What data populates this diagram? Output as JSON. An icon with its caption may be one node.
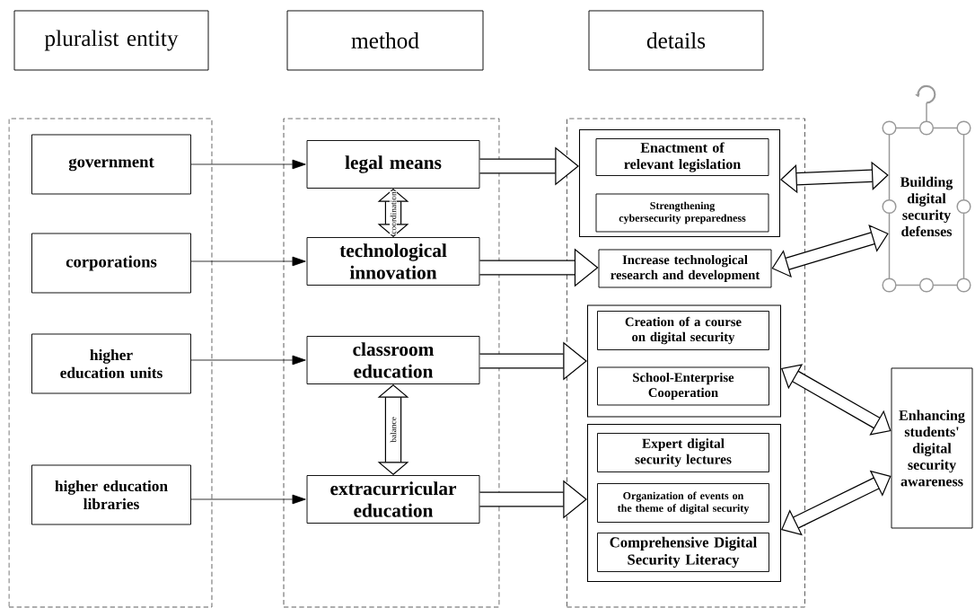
{
  "diagram": {
    "nodes": [
      {
        "text": [
          "pluralist entity"
        ]
      },
      {
        "text": [
          "method"
        ]
      },
      {
        "text": [
          "details"
        ]
      },
      {
        "text": [],
        "shape": "box"
      },
      {
        "text": [
          "government"
        ],
        "in": 3
      },
      {
        "text": [
          "corporations"
        ],
        "in": 3
      },
      {
        "text": [
          "higher education units"
        ],
        "in": 3
      },
      {
        "text": [
          "higher education libraries"
        ],
        "in": 3
      },
      {
        "text": [],
        "shape": "box"
      },
      {
        "text": [
          "legal means"
        ],
        "in": 8
      },
      {
        "text": [
          "technological innovation"
        ],
        "in": 8
      },
      {
        "text": [
          "classroom education"
        ],
        "in": 8
      },
      {
        "text": [
          "extracurricular education"
        ],
        "in": 8
      },
      {
        "text": [],
        "shape": "box"
      },
      {
        "text": [],
        "shape": "box",
        "in": 13
      },
      {
        "text": [
          "Enactment of relevant legislation"
        ],
        "in": 14
      },
      {
        "text": [
          "Strengthening cybersecurity preparedness"
        ],
        "in": 14
      },
      {
        "text": [
          "Increase technological research and development"
        ],
        "in": 13
      },
      {
        "text": [],
        "shape": "box",
        "in": 13
      },
      {
        "text": [
          "Creation of a course on digital security"
        ],
        "in": 18
      },
      {
        "text": [
          "School-Enterprise Cooperation"
        ],
        "in": 18
      },
      {
        "text": [],
        "shape": "box",
        "in": 13
      },
      {
        "text": [
          "Expert digital security lectures"
        ],
        "in": 21
      },
      {
        "text": [
          "Organization of events on the theme of digital security"
        ],
        "in": 21
      },
      {
        "text": [
          "Comprehensive Digital Security Literacy"
        ],
        "in": 21
      },
      {
        "text": [
          "Building digital security defenses"
        ]
      },
      {
        "text": [
          "Enhancing students' digital security awareness"
        ]
      }
    ],
    "edges": [
      {
        "from": 4,
        "to": 9,
        "arrow": "to"
      },
      {
        "from": 5,
        "to": 10,
        "arrow": "to"
      },
      {
        "from": 6,
        "to": 11,
        "arrow": "to"
      },
      {
        "from": 7,
        "to": 12,
        "arrow": "to"
      },
      {
        "from": 9,
        "to": 10,
        "arrow": "both",
        "label": "coordination"
      },
      {
        "from": 11,
        "to": 12,
        "arrow": "both",
        "label": "balance"
      },
      {
        "from": 9,
        "to": 14,
        "arrow": "to"
      },
      {
        "from": 10,
        "to": 17,
        "arrow": "to"
      },
      {
        "from": 11,
        "to": 18,
        "arrow": "to"
      },
      {
        "from": 12,
        "to": 21,
        "arrow": "to"
      },
      {
        "from": 14,
        "to": 25,
        "arrow": "both"
      },
      {
        "from": 17,
        "to": 25,
        "arrow": "both"
      },
      {
        "from": 18,
        "to": 26,
        "arrow": "both"
      },
      {
        "from": 21,
        "to": 26,
        "arrow": "both"
      }
    ]
  }
}
